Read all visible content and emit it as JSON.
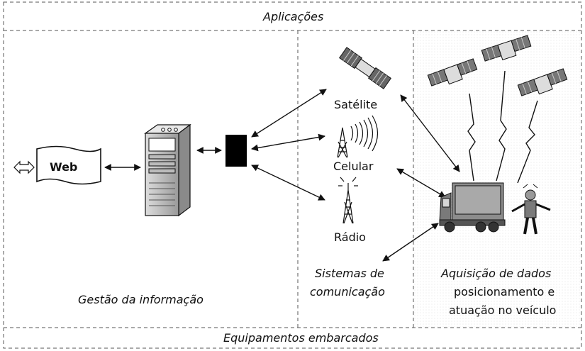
{
  "frame": {
    "top_label": "Aplicações",
    "bottom_label": "Equipamentos embarcados"
  },
  "management": {
    "web_label": "Web",
    "section_label": "Gestão da informação"
  },
  "communication": {
    "satellite_label": "Satélite",
    "cellular_label": "Celular",
    "radio_label": "Rádio",
    "section_label_line1": "Sistemas de",
    "section_label_line2": "comunicação"
  },
  "acquisition": {
    "line1": "Aquisição de dados",
    "line2": "posicionamento e",
    "line3": "atuação no veículo"
  },
  "icons": [
    "double-arrow-icon",
    "web-document-icon",
    "server-icon",
    "black-box-icon",
    "satellite-icon",
    "cell-tower-icon",
    "radio-antenna-icon",
    "truck-icon",
    "person-icon"
  ]
}
